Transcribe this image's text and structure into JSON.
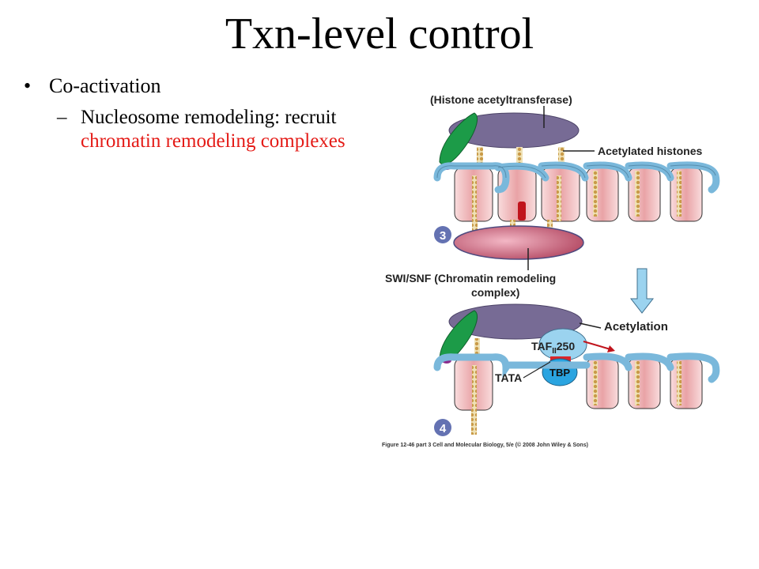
{
  "slide": {
    "title": "Txn-level control",
    "bullet1": "Co-activation",
    "bullet2_prefix": "Nucleosome remodeling: recruit ",
    "bullet2_highlight": "chromatin remodeling complexes"
  },
  "diagram": {
    "label_hat": "(Histone acetyltransferase)",
    "label_acetylated": "Acetylated histones",
    "step3": "3",
    "label_swisnf_line1": "SWI/SNF (Chromatin remodeling",
    "label_swisnf_line2": "complex)",
    "label_acetylation": "Acetylation",
    "label_taf_main": "TAF",
    "label_taf_sub": "II",
    "label_taf_num": "250",
    "label_tata": "TATA",
    "label_tbp": "TBP",
    "step4": "4",
    "caption": "Figure 12-46 part 3  Cell and Molecular Biology, 5/e (© 2008 John Wiley & Sons)",
    "colors": {
      "purple_complex": "#776b95",
      "swi_complex": "#b8516a",
      "dna": "#7ab8db",
      "histone": "#e9a3a6",
      "tail": "#c99a48",
      "activator": "#1c9b48",
      "tbp": "#2aa4e0",
      "taf": "#9bd3ef",
      "step_badge": "#6472b2"
    }
  }
}
